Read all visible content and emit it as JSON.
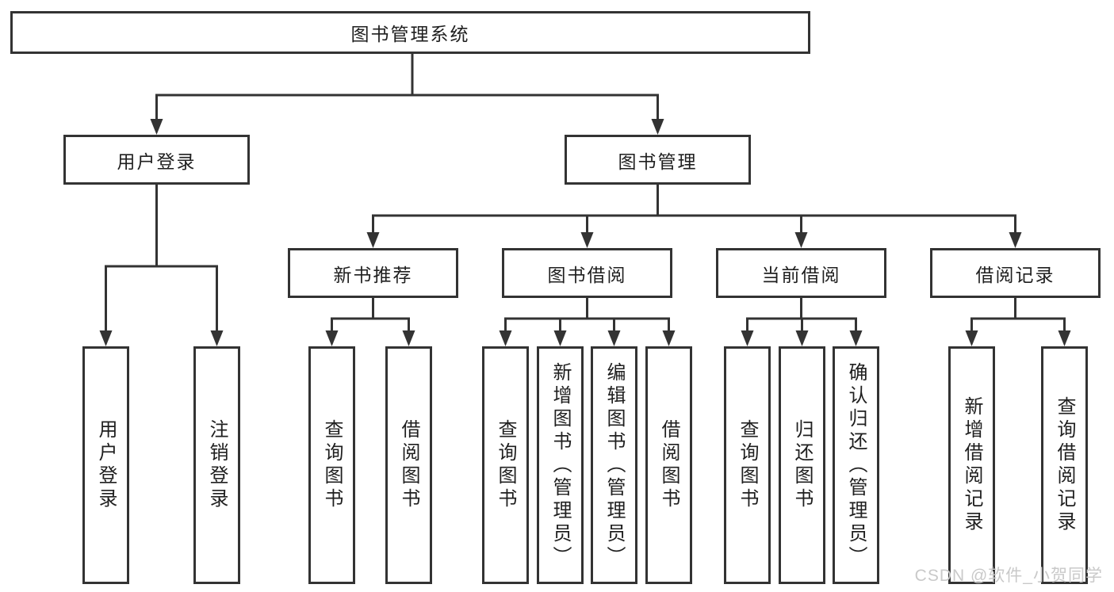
{
  "tree": {
    "label": "图书管理系统",
    "children": [
      {
        "label": "用户登录",
        "children": [
          {
            "label": "用户登录"
          },
          {
            "label": "注销登录"
          }
        ]
      },
      {
        "label": "图书管理",
        "children": [
          {
            "label": "新书推荐",
            "children": [
              {
                "label": "查询图书"
              },
              {
                "label": "借阅图书"
              }
            ]
          },
          {
            "label": "图书借阅",
            "children": [
              {
                "label": "查询图书"
              },
              {
                "label": "新增图书（管理员）"
              },
              {
                "label": "编辑图书（管理员）"
              },
              {
                "label": "借阅图书"
              }
            ]
          },
          {
            "label": "当前借阅",
            "children": [
              {
                "label": "查询图书"
              },
              {
                "label": "归还图书"
              },
              {
                "label": "确认归还（管理员）"
              }
            ]
          },
          {
            "label": "借阅记录",
            "children": [
              {
                "label": "新增借阅记录"
              },
              {
                "label": "查询借阅记录"
              }
            ]
          }
        ]
      }
    ]
  },
  "watermark": {
    "text": "CSDN @软件_小贺同学"
  },
  "colors": {
    "line": "#333333",
    "text": "#1f1f1f",
    "watermark": "#c9c9c9",
    "background": "#ffffff"
  }
}
